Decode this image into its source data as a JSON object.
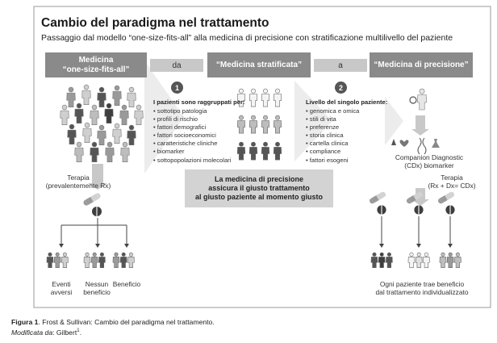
{
  "title": "Cambio del paradigma nel trattamento",
  "subtitle": "Passaggio dal modello “one-size-fits-all” alla medicina di precisione con stratificazione multilivello del paziente",
  "stages": [
    {
      "line1": "Medicina",
      "line2": "“one-size-fits-all”"
    },
    {
      "label": "“Medicina stratificata”"
    },
    {
      "label": "“Medicina di precisione”"
    }
  ],
  "connectors": [
    "da",
    "a"
  ],
  "badges": [
    "1",
    "2"
  ],
  "step1": {
    "title": "I pazienti sono raggruppati per:",
    "items": [
      "sottotipo patologia",
      "profili di rischio",
      "fattori demografici",
      "fattori socioeconomici",
      "caratteristiche cliniche",
      "biomarker",
      "sottopopolazioni molecolari"
    ]
  },
  "step2": {
    "title": "Livello del singolo paziente:",
    "items": [
      "genomica e omica",
      "stili di vita",
      "preferenze",
      "storia clinica",
      "cartella clinica",
      "compliance",
      "fattori esogeni"
    ]
  },
  "message": {
    "line1": "La medicina di precisione",
    "line2": "assicura il giusto trattamento",
    "line3": "al giusto paziente al momento giusto"
  },
  "companion": {
    "line1": "Companion Diagnostic",
    "line2": "(CDx) biomarker"
  },
  "left_therapy": {
    "line1": "Terapia",
    "line2": "(prevalentemente Rx)"
  },
  "right_therapy": {
    "line1": "Terapia",
    "line2": "(Rx + Dx= CDx)"
  },
  "outcomes": [
    {
      "line1": "Eventi",
      "line2": "avversi"
    },
    {
      "line1": "Nessun",
      "line2": "beneficio"
    },
    {
      "line1": "Beneficio",
      "line2": ""
    }
  ],
  "right_outcome": {
    "line1": "Ogni paziente trae beneficio",
    "line2": "dal trattamento individualizzato"
  },
  "caption": {
    "label": "Figura 1",
    "text": ". Frost & Sullivan: Cambio del paradigma nel trattamento.",
    "line2_italic": "Modificata da",
    "line2_rest": ": Gilbert",
    "ref": "1",
    "end": "."
  },
  "colors": {
    "box": "#8a8a8a",
    "connector": "#c8c8c8",
    "badge": "#555555",
    "message_bg": "#d3d3d3",
    "frame": "#9a9a9a"
  },
  "icons": [
    "person-icon",
    "pill-icon",
    "tablet-icon",
    "arrow-down-icon",
    "magnifier-icon",
    "heart-icon",
    "dna-icon",
    "flask-icon"
  ]
}
